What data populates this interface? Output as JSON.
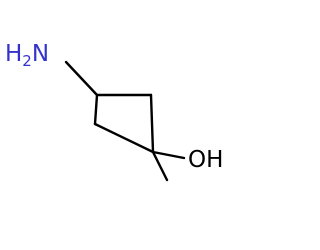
{
  "molecule": {
    "amine_group": {
      "element": "N",
      "hydrogen": "H",
      "hydrogen_count": "2",
      "color": "#3333cc"
    },
    "hydroxyl_group": {
      "label": "OH",
      "color": "#000000"
    },
    "bond_color": "#000000"
  }
}
